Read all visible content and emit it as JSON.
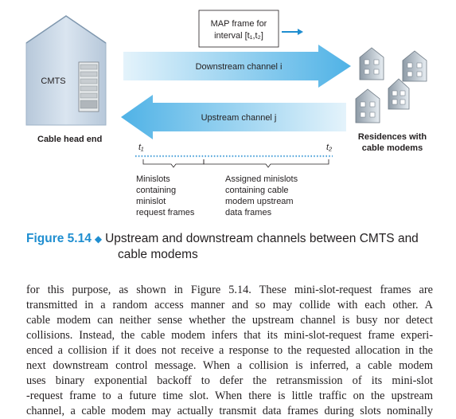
{
  "figure": {
    "map_frame_line1": "MAP frame for",
    "map_frame_line2": "interval [t₁,t₂]",
    "downstream_label": "Downstream channel i",
    "upstream_label": "Upstream channel j",
    "cmts_label": "CMTS",
    "head_end_label": "Cable head end",
    "residences_line1": "Residences with",
    "residences_line2": "cable modems",
    "t1_label": "t₁",
    "t2_label": "t₂",
    "minislots_lines": [
      "Minislots",
      "containing",
      "minislot",
      "request frames"
    ],
    "assigned_lines": [
      "Assigned minislots",
      "containing cable",
      "modem upstream",
      "data frames"
    ]
  },
  "caption": {
    "number": "Figure 5.14",
    "line1": "Upstream and downstream channels between CMTS and",
    "line2": "cable modems"
  },
  "body": {
    "lines": [
      "for this purpose, as shown in Figure 5.14. These mini-slot-request frames are",
      "transmitted in a random access manner and so may collide with each other. A",
      "cable modem can neither sense whether the upstream channel is busy nor detect",
      "collisions. Instead, the cable modem infers that its mini-slot-request frame experi-",
      "enced a collision if it does not receive a response to the requested allocation in the",
      "next downstream control message. When a collision is inferred, a cable modem",
      "uses binary exponential backoff to defer the retransmission of its mini-slot",
      "-request frame to a future time slot. When there is little traffic on the upstream",
      "channel, a cable modem may actually transmit data frames during slots nominally"
    ]
  },
  "colors": {
    "accent_blue": "#1f8ed0",
    "arrow_light": "#e4f3fb",
    "arrow_dark": "#4fb2e6",
    "building": "#c9d7e6"
  }
}
